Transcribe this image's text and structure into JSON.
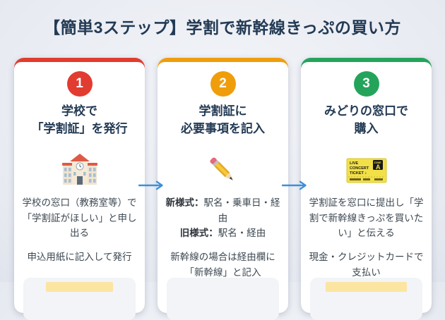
{
  "header": {
    "title": "【簡単3ステップ】学割で新幹線きっぷの買い方"
  },
  "colors": {
    "title_text": "#233a54",
    "heading_text": "#233a54",
    "body_text": "#3d4852",
    "step1_accent": "#e23b30",
    "step2_accent": "#f09d0c",
    "step3_accent": "#24a45b",
    "arrow": "#3f8fd8",
    "card_bg": "#ffffff",
    "note_bg": "#f2f4f7",
    "highlight": "#fbe5a1"
  },
  "steps": [
    {
      "number": "1",
      "title_lines": [
        "学校で",
        "「学割証」を発行"
      ],
      "icon": "school-icon",
      "paragraphs": [
        "学校の窓口（教務室等）で「学割証がほしい」と申し出る",
        "申込用紙に記入して発行"
      ]
    },
    {
      "number": "2",
      "title_lines": [
        "学割証に",
        "必要事項を記入"
      ],
      "icon": "pencil-icon",
      "formats": [
        {
          "label": "新様式：",
          "value": "駅名・乗車日・経由"
        },
        {
          "label": "旧様式：",
          "value": "駅名・経由"
        }
      ],
      "paragraphs": [
        "新幹線の場合は経由欄に「新幹線」と記入"
      ]
    },
    {
      "number": "3",
      "title_lines": [
        "みどりの窓口で",
        "購入"
      ],
      "icon": "ticket-icon",
      "paragraphs": [
        "学割証を窓口に提出し「学割で新幹線きっぷを買いたい」と伝える",
        "現金・クレジットカードで支払い"
      ]
    }
  ],
  "icons": {
    "ticket": {
      "line1": "LIVE",
      "line2": "CONCERT",
      "line3": "TICKET ♪",
      "zone_label": "ZONE",
      "zone_letter": "A"
    }
  }
}
